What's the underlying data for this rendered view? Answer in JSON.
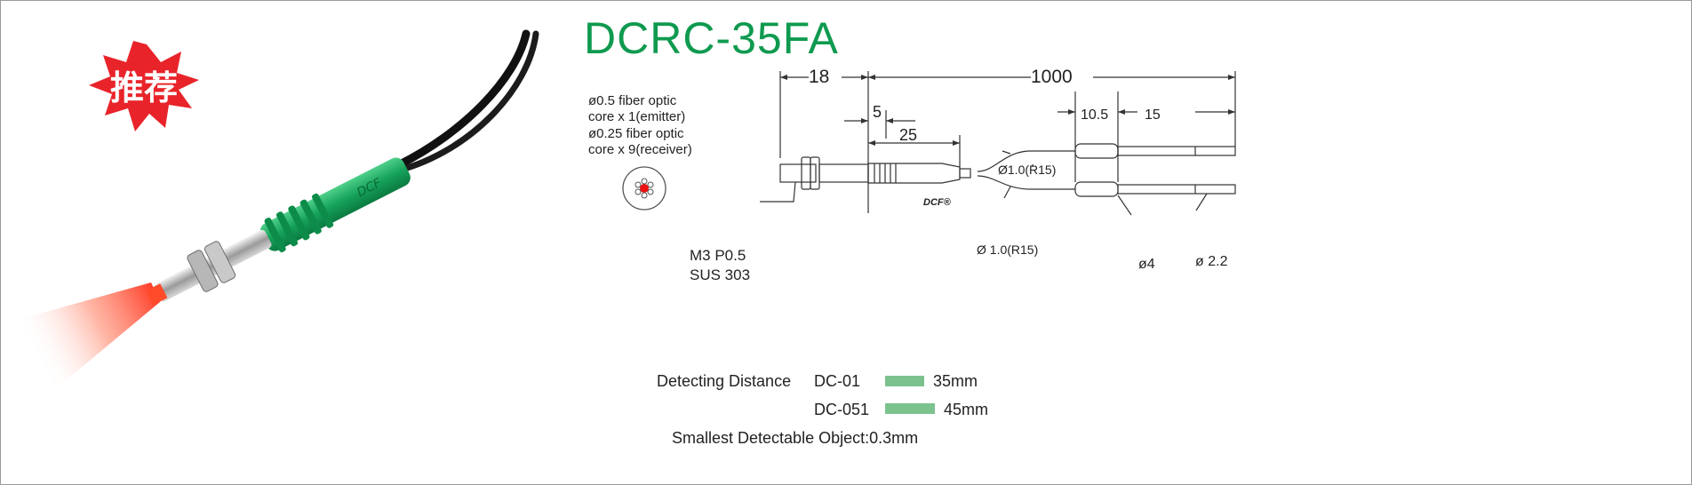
{
  "badge": {
    "text": "推荐",
    "color": "#e8242a"
  },
  "photo": {
    "sleeve_logo": "DCF"
  },
  "product": {
    "model": "DCRC-35FA",
    "accent_color": "#0f9a4f"
  },
  "fiber_spec": {
    "line1": "ø0.5 fiber optic",
    "line2": "core x 1(emitter)",
    "line3": "ø0.25 fiber optic",
    "line4": "core x 9(receiver)"
  },
  "dimensions": {
    "d18": "18",
    "d1000": "1000",
    "d5": "5",
    "d25": "25",
    "d10_5": "10.5",
    "d15": "15",
    "dia_top": "Ø1.0(R15)",
    "dia_bottom": "Ø 1.0(R15)",
    "dia4": "ø4",
    "dia2_2": "ø 2.2",
    "thread": "M3 P0.5",
    "material": "SUS  303",
    "sleeve_logo": "DCF®"
  },
  "detection": {
    "label": "Detecting  Distance",
    "bar_color": "#7cc28e",
    "rows": [
      {
        "model": "DC-01",
        "value": "35mm",
        "relative": 0.78
      },
      {
        "model": "DC-051",
        "value": "45mm",
        "relative": 1.0
      }
    ]
  },
  "smallest_object": "Smallest Detectable Object:0.3mm"
}
